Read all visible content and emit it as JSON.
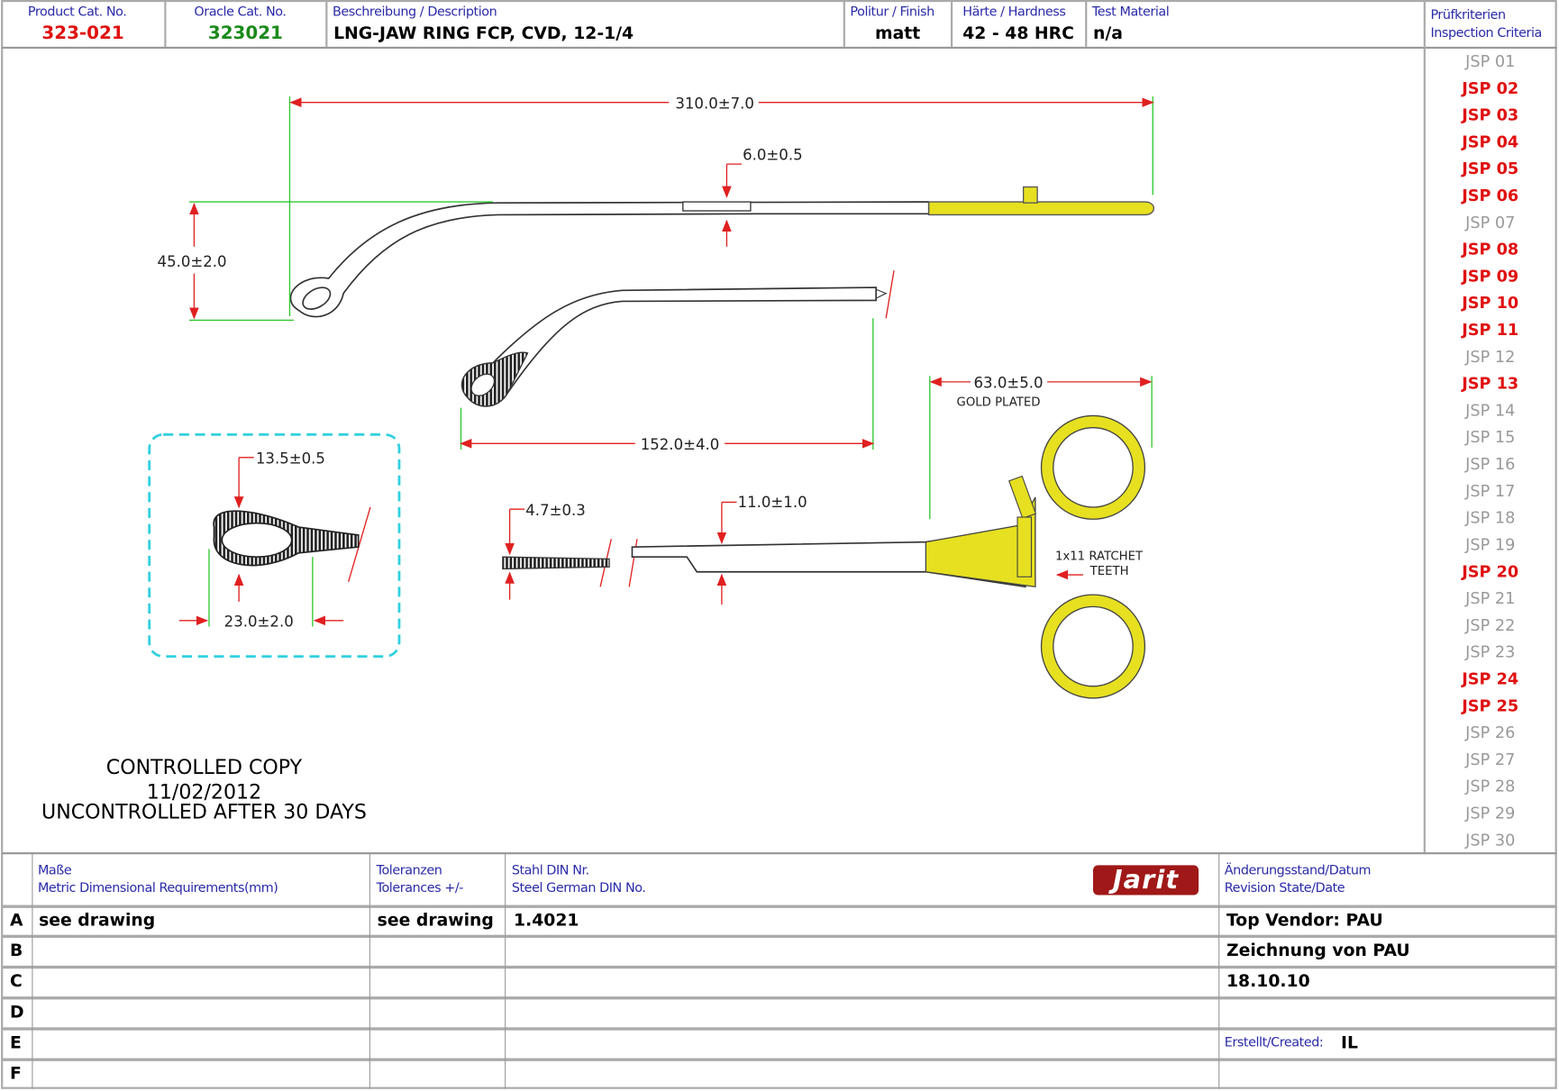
{
  "header": {
    "product_cat_label": "Product Cat. No.",
    "product_cat_value": "323-021",
    "oracle_cat_label": "Oracle Cat. No.",
    "oracle_cat_value": "323021",
    "description_label": "Beschreibung / Description",
    "description_value": "LNG-JAW RING FCP, CVD, 12-1/4",
    "finish_label": "Politur / Finish",
    "finish_value": "matt",
    "hardness_label": "Härte / Hardness",
    "hardness_value": "42 - 48 HRC",
    "test_material_label": "Test Material",
    "test_material_value": "n/a",
    "inspection_label_de": "Prüfkriterien",
    "inspection_label_en": "Inspection Criteria"
  },
  "inspection_criteria": [
    {
      "label": "JSP 01",
      "active": false
    },
    {
      "label": "JSP 02",
      "active": true
    },
    {
      "label": "JSP 03",
      "active": true
    },
    {
      "label": "JSP 04",
      "active": true
    },
    {
      "label": "JSP 05",
      "active": true
    },
    {
      "label": "JSP 06",
      "active": true
    },
    {
      "label": "JSP 07",
      "active": false
    },
    {
      "label": "JSP 08",
      "active": true
    },
    {
      "label": "JSP 09",
      "active": true
    },
    {
      "label": "JSP 10",
      "active": true
    },
    {
      "label": "JSP 11",
      "active": true
    },
    {
      "label": "JSP 12",
      "active": false
    },
    {
      "label": "JSP 13",
      "active": true
    },
    {
      "label": "JSP 14",
      "active": false
    },
    {
      "label": "JSP 15",
      "active": false
    },
    {
      "label": "JSP 16",
      "active": false
    },
    {
      "label": "JSP 17",
      "active": false
    },
    {
      "label": "JSP 18",
      "active": false
    },
    {
      "label": "JSP 19",
      "active": false
    },
    {
      "label": "JSP 20",
      "active": true
    },
    {
      "label": "JSP 21",
      "active": false
    },
    {
      "label": "JSP 22",
      "active": false
    },
    {
      "label": "JSP 23",
      "active": false
    },
    {
      "label": "JSP 24",
      "active": true
    },
    {
      "label": "JSP 25",
      "active": true
    },
    {
      "label": "JSP 26",
      "active": false
    },
    {
      "label": "JSP 27",
      "active": false
    },
    {
      "label": "JSP 28",
      "active": false
    },
    {
      "label": "JSP 29",
      "active": false
    },
    {
      "label": "JSP 30",
      "active": false
    }
  ],
  "drawing": {
    "overall_length": "310.0±7.0",
    "jaw_width": "6.0±0.5",
    "ring_offset": "45.0±2.0",
    "shaft_length": "152.0±4.0",
    "gold_length": "63.0±5.0",
    "gold_note": "GOLD  PLATED",
    "ring_width": "13.5±0.5",
    "ring_length": "23.0±2.0",
    "tip_width": "4.7±0.3",
    "box_width": "11.0±1.0",
    "ratchet_note_1": "1x11  RATCHET",
    "ratchet_note_2": "TEETH"
  },
  "stamp": {
    "line1": "CONTROLLED COPY",
    "line2": "11/02/2012",
    "line3": "UNCONTROLLED AFTER 30 DAYS"
  },
  "footer": {
    "dims_label_de": "Maße",
    "dims_label_en": "Metric Dimensional Requirements(mm)",
    "tol_label_de": "Toleranzen",
    "tol_label_en": "Tolerances +/-",
    "steel_label_de": "Stahl DIN Nr.",
    "steel_label_en": "Steel German DIN No.",
    "logo": "Jarit",
    "rev_label_de": "Änderungsstand/Datum",
    "rev_label_en": "Revision State/Date",
    "rows": [
      {
        "letter": "A",
        "dims": "see drawing",
        "tol": "see drawing",
        "steel": "1.4021",
        "rev": "Top Vendor: PAU"
      },
      {
        "letter": "B",
        "dims": "",
        "tol": "",
        "steel": "",
        "rev": "Zeichnung von PAU"
      },
      {
        "letter": "C",
        "dims": "",
        "tol": "",
        "steel": "",
        "rev": "18.10.10"
      },
      {
        "letter": "D",
        "dims": "",
        "tol": "",
        "steel": "",
        "rev": ""
      },
      {
        "letter": "E",
        "dims": "",
        "tol": "",
        "steel": "",
        "rev": ""
      },
      {
        "letter": "F",
        "dims": "",
        "tol": "",
        "steel": "",
        "rev": ""
      }
    ],
    "created_label": "Erstellt/Created:",
    "created_value": "IL"
  },
  "colors": {
    "red": "#e01010",
    "green": "#1a8a1a",
    "blue": "#2a2aa8",
    "gold": "#e6e020",
    "dim_red": "#e02020",
    "cyan": "#30d0e0"
  }
}
